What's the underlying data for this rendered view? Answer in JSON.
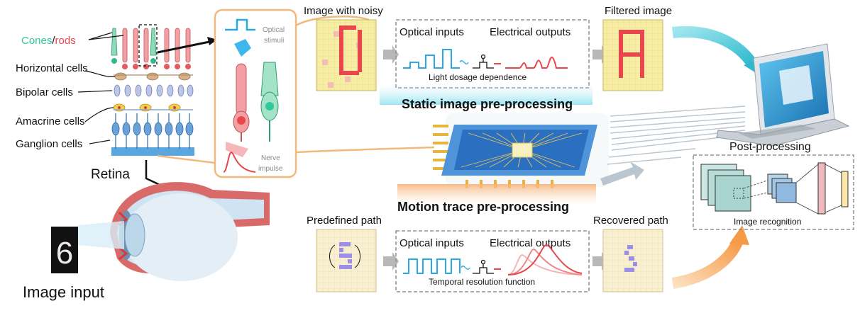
{
  "retina": {
    "cones": "Cones",
    "slash": "/",
    "rods": "rods",
    "horizontal": "Horizontal cells",
    "bipolar": "Bipolar cells",
    "amacrine": "Amacrine cells",
    "ganglion": "Ganglion  cells",
    "retina_label": "Retina",
    "image_input": "Image input",
    "digit": "6"
  },
  "zoom": {
    "optical_stimuli_1": "Optical",
    "optical_stimuli_2": "stimuli",
    "nerve_1": "Nerve",
    "nerve_2": "impulse"
  },
  "static": {
    "noisy_title": "Image with noisy",
    "filtered_title": "Filtered image",
    "optical_inputs": "Optical inputs",
    "electrical_outputs": "Electrical outputs",
    "light_dosage": "Light dosage dependence",
    "section_title": "Static image pre-processing"
  },
  "motion": {
    "section_title": "Motion trace pre-processing",
    "predefined_title": "Predefined path",
    "recovered_title": "Recovered path",
    "optical_inputs": "Optical inputs",
    "electrical_outputs": "Electrical outputs",
    "temporal": "Temporal resolution function"
  },
  "post": {
    "title": "Post-processing",
    "recognition": "Image recognition"
  },
  "colors": {
    "cones": "#2fc89a",
    "rods": "#e8474d",
    "pulse_blue": "#29a9e0",
    "output_red": "#e8474d",
    "grid_yellow": "#f7eda5",
    "path_purple": "#9d8fe6"
  }
}
